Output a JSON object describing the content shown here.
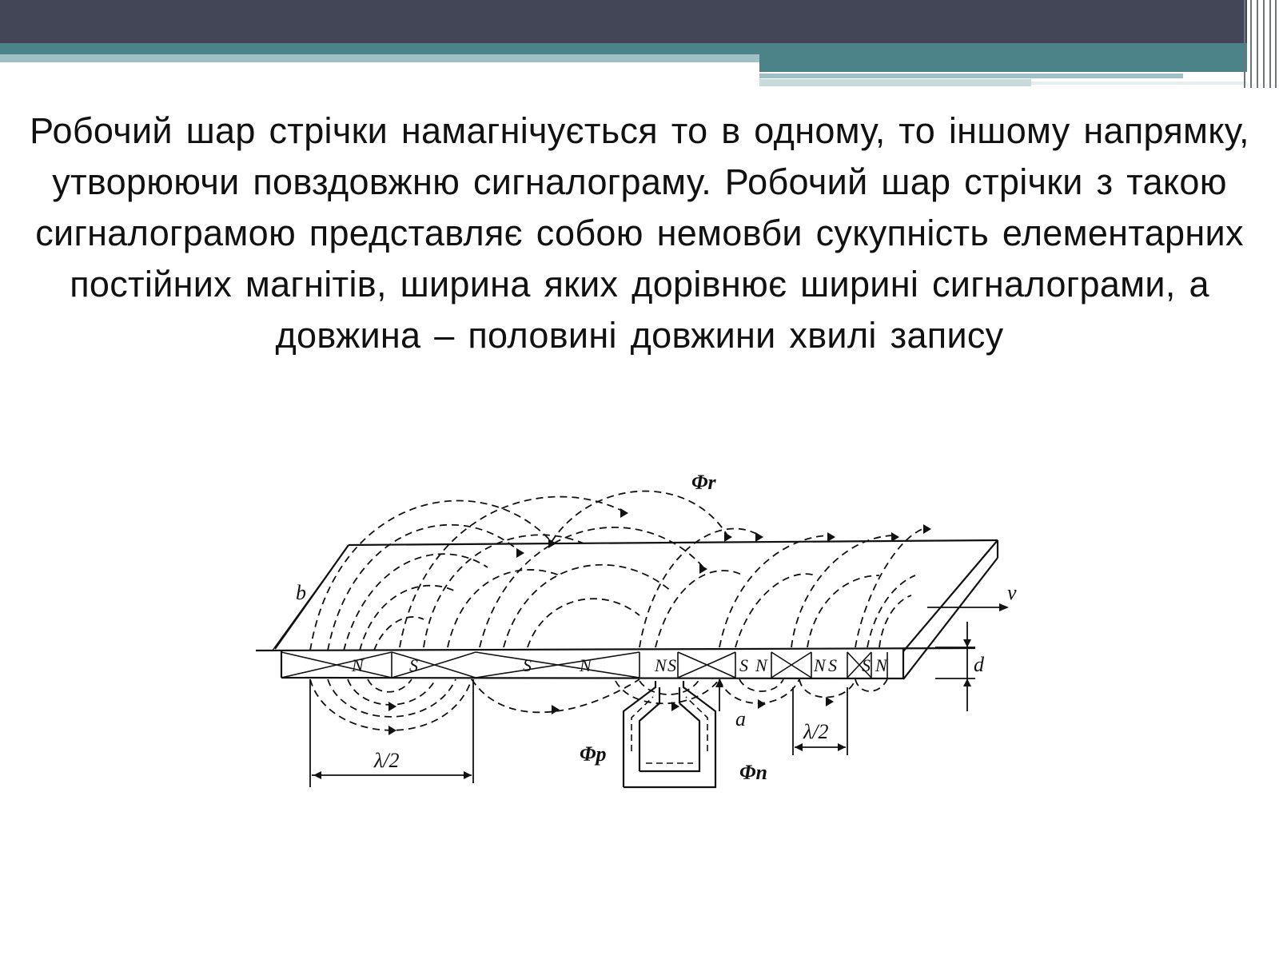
{
  "slide": {
    "text": "Робочий шар стрічки намагнічується то в одному, то іншому напрямку, утворюючи повздовжню сигналограму. Робочий шар стрічки з такою сигналограмою представляє собою немовби сукупність елементарних постійних магнітів, ширина яких дорівнює ширині сигналограми, а довжина – половині довжини хвилі запису"
  },
  "diagram": {
    "labels": {
      "phi_r": "Φr",
      "b": "b",
      "v": "v",
      "d": "d",
      "a": "a",
      "phi_p": "Φp",
      "phi_n": "Φn",
      "lambda_half_left": "λ/2",
      "lambda_half_right": "λ/2"
    },
    "poles": [
      "N",
      "S",
      "S",
      "N",
      "N",
      "S",
      "S",
      "N",
      "N",
      "S",
      "S",
      "N"
    ]
  },
  "colors": {
    "header_dark": "#434656",
    "header_teal": "#4b8389",
    "header_light": "#9fc0c4"
  }
}
